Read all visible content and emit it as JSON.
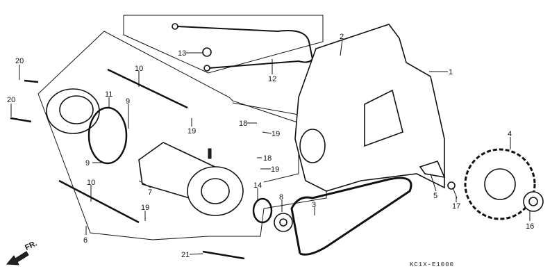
{
  "diagram": {
    "code": "KC1X-E1000",
    "front_arrow_label": "FR.",
    "callouts": [
      "1",
      "2",
      "3",
      "4",
      "5",
      "6",
      "7",
      "8",
      "9",
      "9",
      "10",
      "10",
      "11",
      "12",
      "13",
      "14",
      "16",
      "17",
      "18",
      "18",
      "19",
      "19",
      "19",
      "19",
      "20",
      "20",
      "21"
    ]
  }
}
